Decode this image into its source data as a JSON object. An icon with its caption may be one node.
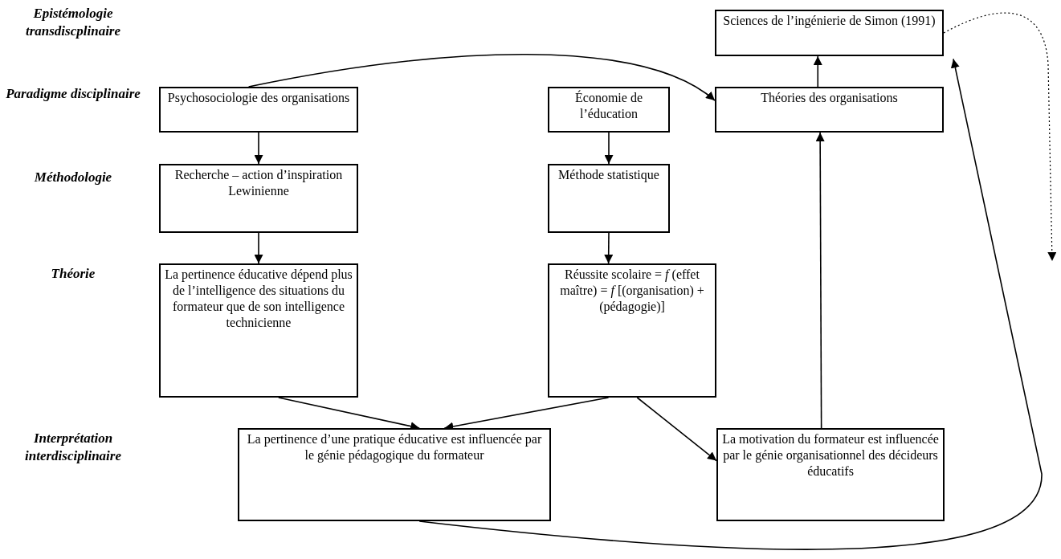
{
  "diagram": {
    "nodes": [
      {
        "text": [
          "Sciences de l’ingénierie de Simon (1991)"
        ]
      },
      {
        "text": [
          "Psychosociologie des organisations"
        ]
      },
      {
        "text": [
          "Économie de l’éducation"
        ]
      },
      {
        "text": [
          "Théories des organisations"
        ]
      },
      {
        "text": [
          "Recherche – action d’inspiration Lewinienne"
        ]
      },
      {
        "text": [
          "Méthode statistique"
        ]
      },
      {
        "text": [
          "La pertinence éducative dépend plus de l’intelligence des situations du formateur que de son intelligence technicienne"
        ]
      },
      {
        "text": [
          "Réussite scolaire = *f* (effet maître) = *f* [(organisation) + (pédagogie)]"
        ]
      },
      {
        "text": [
          "La pertinence d’une pratique éducative est influencée par le génie pédagogique du formateur"
        ]
      },
      {
        "text": [
          "La motivation du formateur est influencée par le génie organisationnel des décideurs éducatifs"
        ]
      }
    ],
    "edges": [
      {
        "from": 1,
        "to": 4,
        "arrow": "to"
      },
      {
        "from": 4,
        "to": 6,
        "arrow": "to"
      },
      {
        "from": 2,
        "to": 5,
        "arrow": "to"
      },
      {
        "from": 5,
        "to": 7,
        "arrow": "to"
      },
      {
        "from": 3,
        "to": 0,
        "arrow": "to"
      },
      {
        "from": 1,
        "to": 3,
        "arrow": "to"
      },
      {
        "from": 6,
        "to": 8,
        "arrow": "to"
      },
      {
        "from": 7,
        "to": 8,
        "arrow": "to"
      },
      {
        "from": 7,
        "to": 9,
        "arrow": "to"
      },
      {
        "from": 9,
        "to": 3,
        "arrow": "to"
      },
      {
        "from": 8,
        "to": 0,
        "arrow": "to"
      },
      {
        "from": 0,
        "to": null,
        "arrow": "to",
        "style": "dashed"
      }
    ],
    "labels": [
      "Epistémologie transdiscplinaire",
      "Paradigme disciplinaire",
      "Méthodologie",
      "Théorie",
      "Interprétation interdisciplinaire"
    ]
  }
}
